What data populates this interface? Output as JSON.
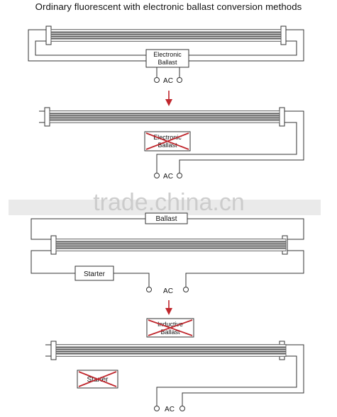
{
  "title": "Ordinary fluorescent with electronic ballast conversion methods",
  "labels": {
    "electronic_ballast_line1": "Electronic",
    "electronic_ballast_line2": "Ballast",
    "ac": "AC",
    "ballast": "Ballast",
    "starter": "Starter",
    "inductive_ballast_line1": "Inductive",
    "inductive_ballast_line2": "Ballast"
  },
  "watermark": "trade.china.cn",
  "colors": {
    "line": "#333333",
    "arrow": "#c0272d",
    "cross": "#c0272d",
    "tube": "#4a4a4a",
    "watermark_band": "#d9d9d9",
    "watermark_text": "#c9c9c9"
  }
}
